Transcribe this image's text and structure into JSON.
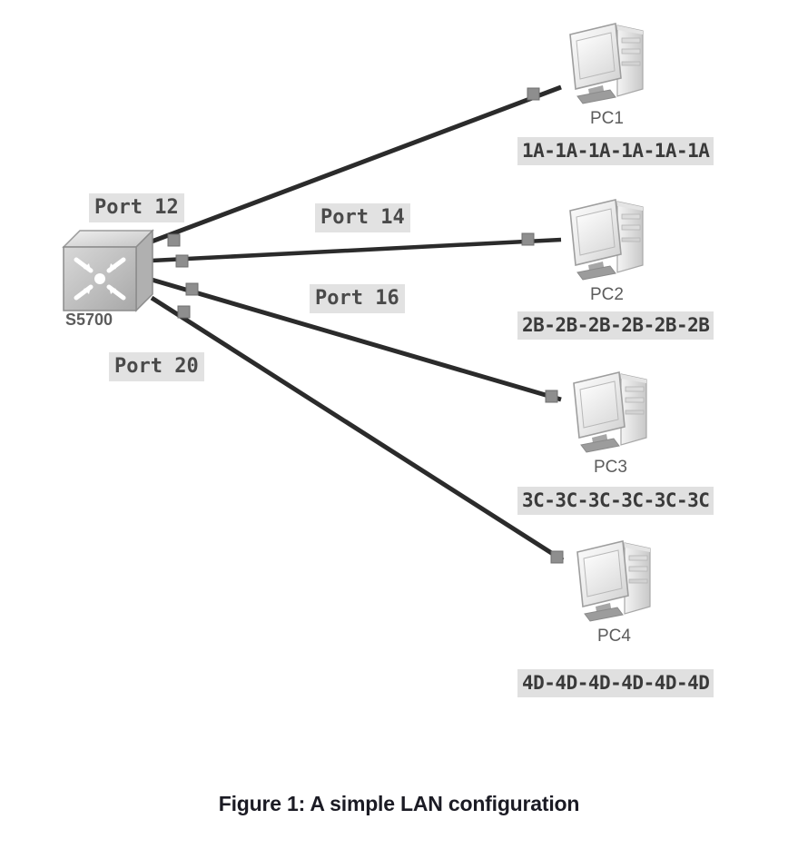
{
  "figure": {
    "caption": "Figure 1: A simple LAN configuration"
  },
  "switch": {
    "name": "S5700",
    "icon": "network-switch-icon"
  },
  "ports": [
    {
      "label": "Port 12"
    },
    {
      "label": "Port 14"
    },
    {
      "label": "Port 16"
    },
    {
      "label": "Port 20"
    }
  ],
  "hosts": [
    {
      "name": "PC1",
      "mac": "1A-1A-1A-1A-1A-1A",
      "icon": "desktop-computer-icon"
    },
    {
      "name": "PC2",
      "mac": "2B-2B-2B-2B-2B-2B",
      "icon": "desktop-computer-icon"
    },
    {
      "name": "PC3",
      "mac": "3C-3C-3C-3C-3C-3C",
      "icon": "desktop-computer-icon"
    },
    {
      "name": "PC4",
      "mac": "4D-4D-4D-4D-4D-4D",
      "icon": "desktop-computer-icon"
    }
  ],
  "colors": {
    "cable": "#2b2b2b",
    "label_highlight": "#e0e0e0",
    "device_text": "#5c5c5c",
    "caption_text": "#1b1b24"
  }
}
